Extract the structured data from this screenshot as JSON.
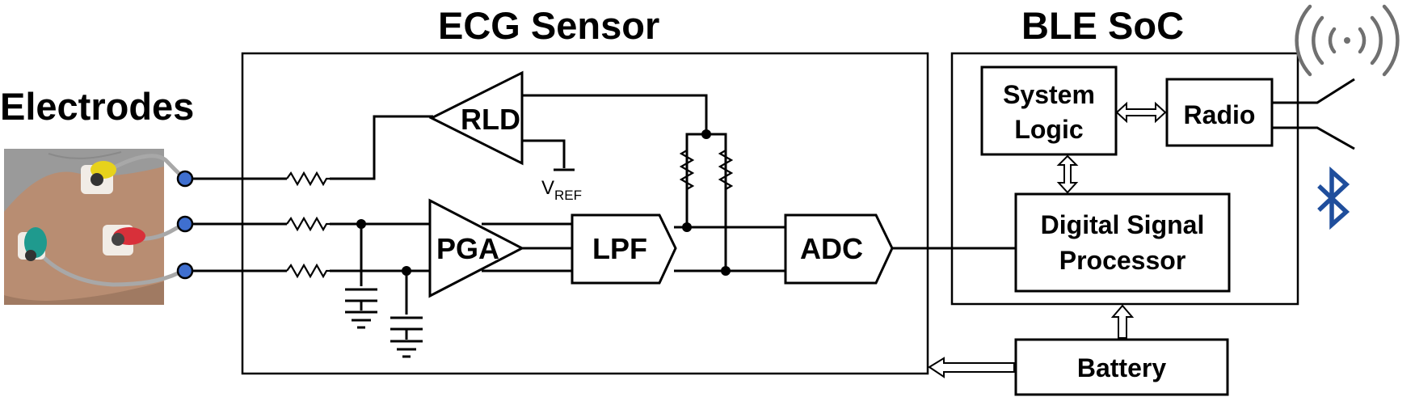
{
  "diagram": {
    "electrodes_label": "Electrodes",
    "ecg_sensor_label": "ECG Sensor",
    "ble_soc_label": "BLE SoC",
    "blocks": {
      "rld": "RLD",
      "pga": "PGA",
      "lpf": "LPF",
      "adc": "ADC",
      "system_logic_line1": "System",
      "system_logic_line2": "Logic",
      "radio": "Radio",
      "dsp_line1": "Digital Signal",
      "dsp_line2": "Processor",
      "battery": "Battery"
    },
    "vref": {
      "main": "V",
      "subscript": "REF"
    },
    "colors": {
      "electrode_terminal": "#3f6fcf",
      "bluetooth": "#1f4e9c",
      "lead_wire": "#a8a8a8",
      "skin": "#b88d72",
      "shirt": "#9a9a9a",
      "clip_yellow": "#e7d21b",
      "clip_red": "#d8303a",
      "clip_teal": "#1f9a8e",
      "antenna_waves": "#707070"
    },
    "icons": [
      "electrode-photo",
      "antenna-waves-icon",
      "bluetooth-icon",
      "ground-icon",
      "resistor-icon",
      "capacitor-icon"
    ]
  }
}
